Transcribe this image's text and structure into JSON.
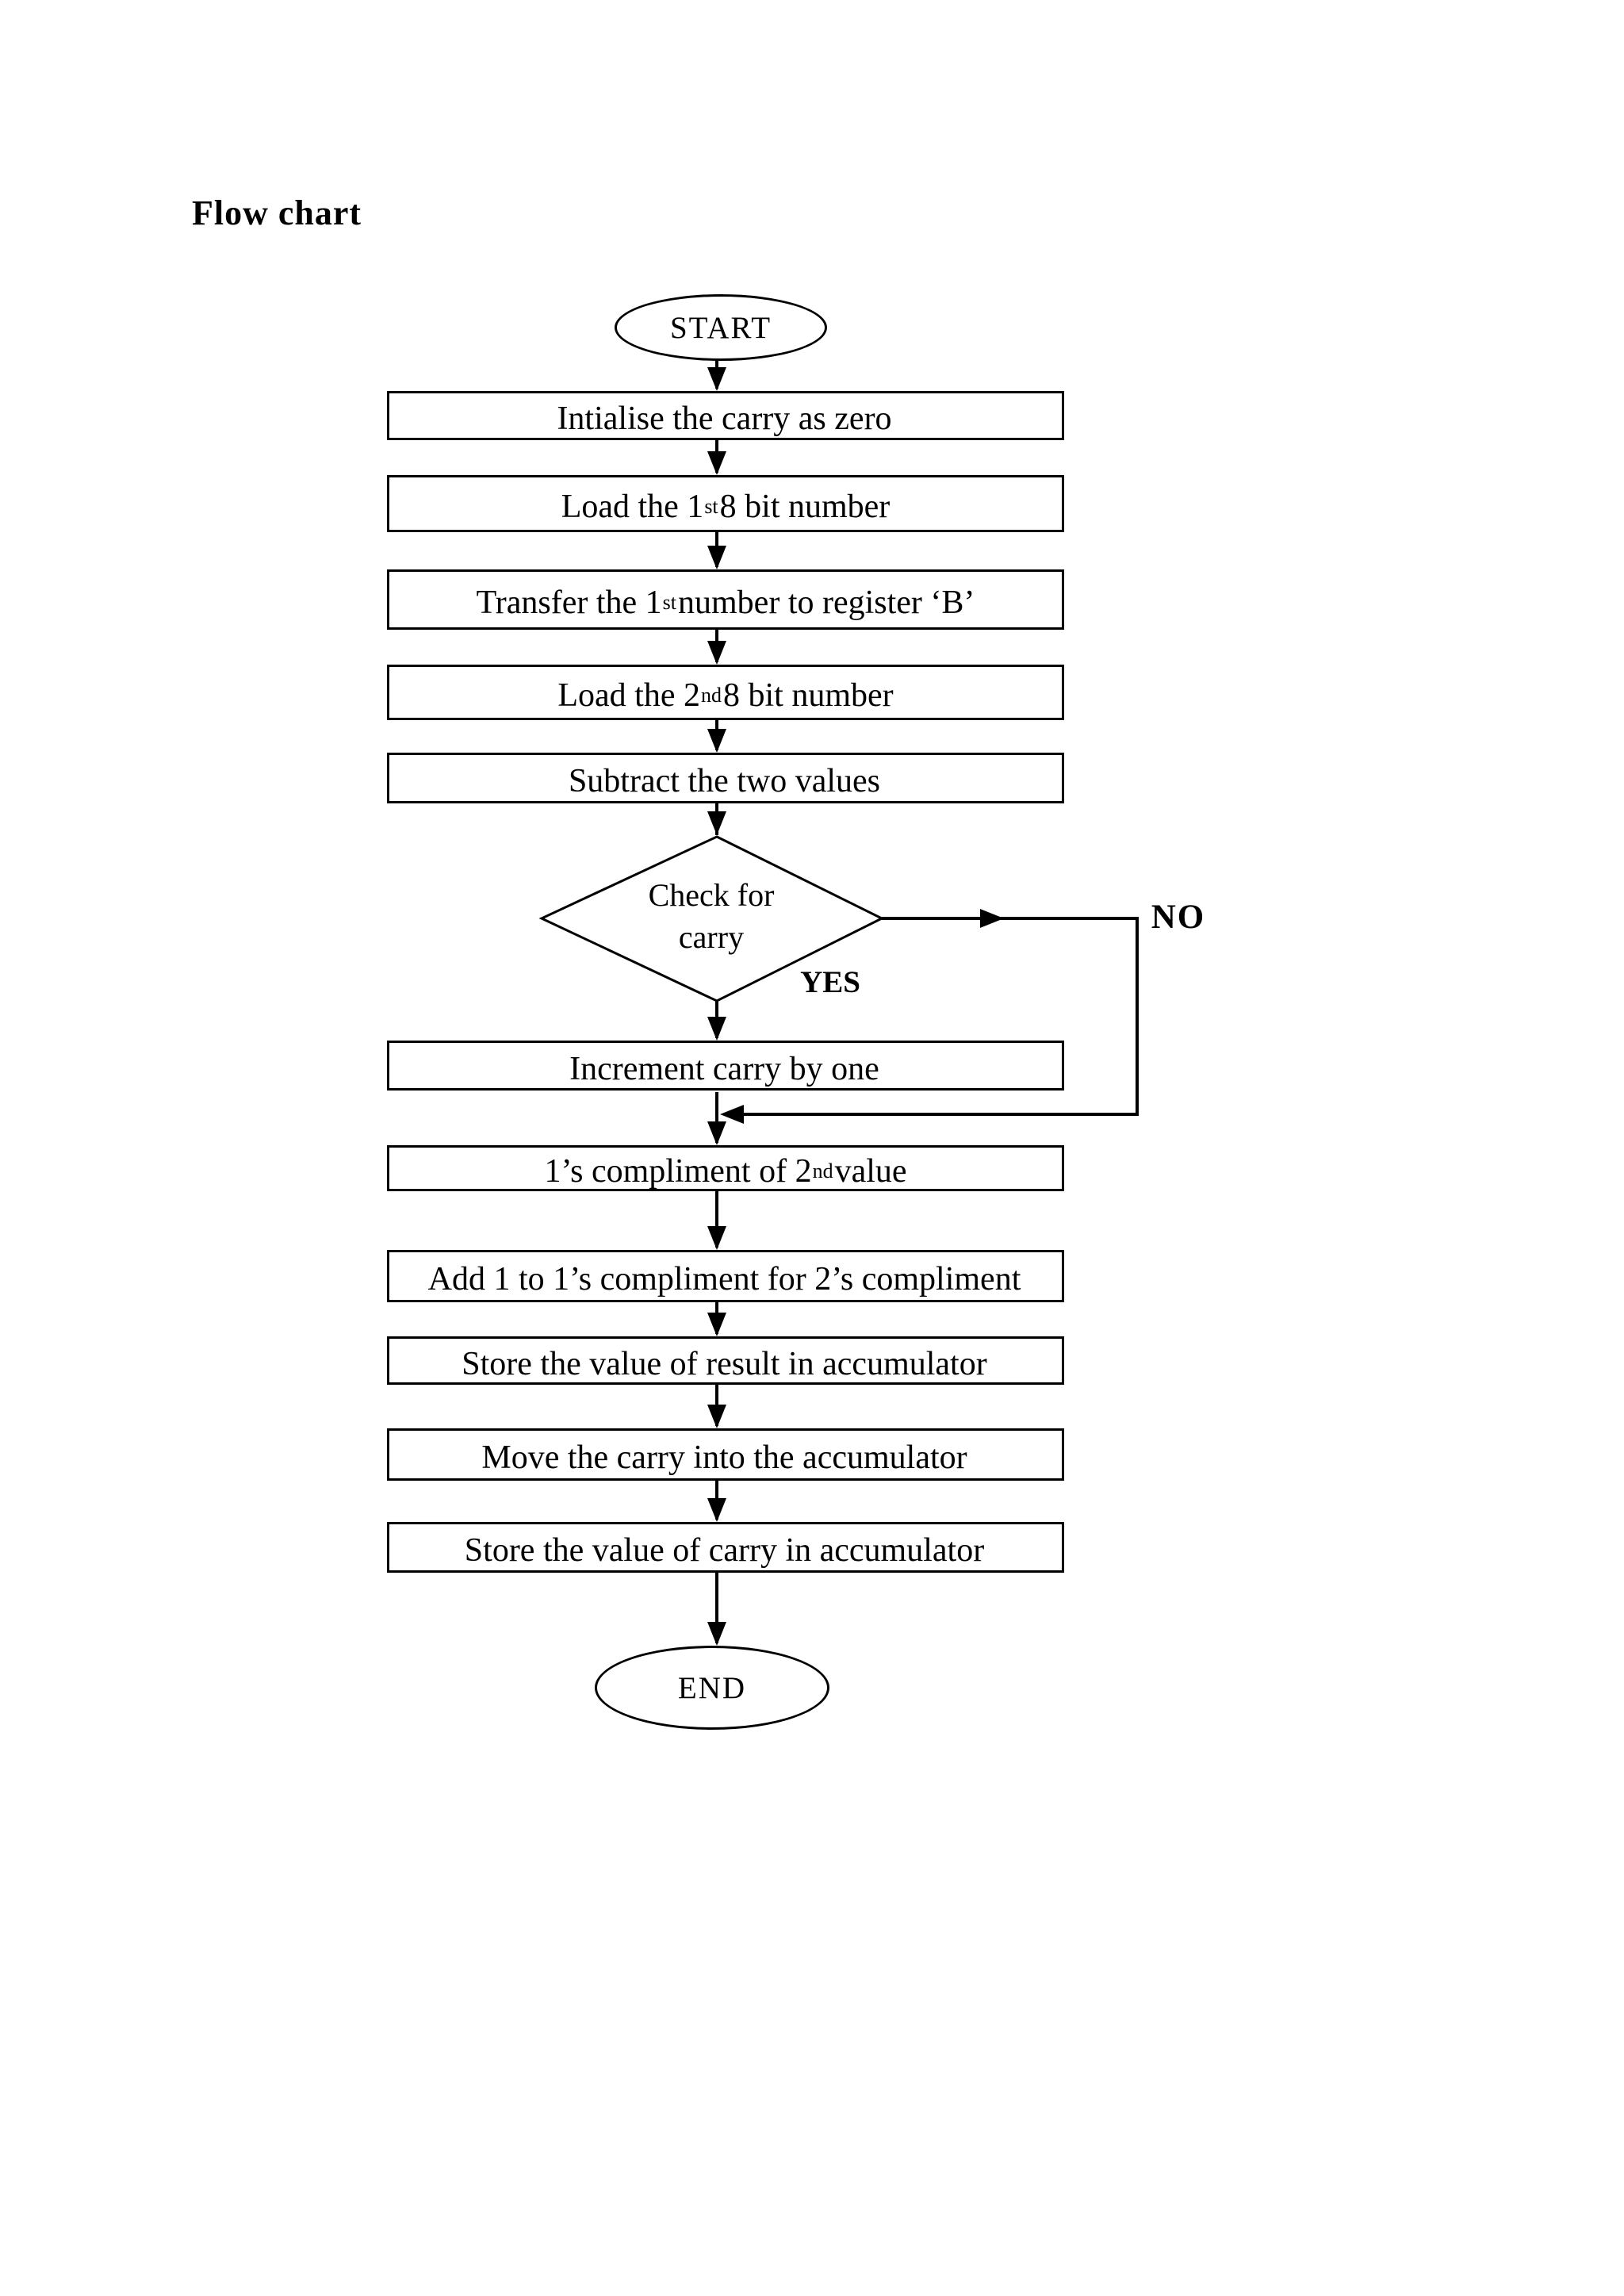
{
  "flowchart": {
    "title": "Flow chart",
    "start_label": "START",
    "end_label": "END",
    "decision": {
      "line1": "Check for",
      "line2": "carry",
      "yes_label": "YES",
      "no_label": "NO"
    },
    "steps": [
      {
        "pre": "Intialise the carry as zero",
        "sup": "",
        "post": ""
      },
      {
        "pre": "Load the 1",
        "sup": "st",
        "post": " 8 bit number"
      },
      {
        "pre": "Transfer the 1",
        "sup": "st",
        "post": " number to register ‘B’"
      },
      {
        "pre": "Load the 2",
        "sup": "nd",
        "post": " 8 bit number"
      },
      {
        "pre": "Subtract the two values",
        "sup": "",
        "post": ""
      },
      {
        "pre": "Increment carry by one",
        "sup": "",
        "post": ""
      },
      {
        "pre": "1’s compliment of 2",
        "sup": "nd",
        "post": " value"
      },
      {
        "pre": "Add 1 to 1’s compliment for 2’s compliment",
        "sup": "",
        "post": ""
      },
      {
        "pre": "Store the value of result in accumulator",
        "sup": "",
        "post": ""
      },
      {
        "pre": "Move the carry into the accumulator",
        "sup": "",
        "post": ""
      },
      {
        "pre": "Store the value of carry in accumulator",
        "sup": "",
        "post": ""
      }
    ],
    "colors": {
      "ink": "#000000",
      "paper": "#ffffff"
    }
  }
}
